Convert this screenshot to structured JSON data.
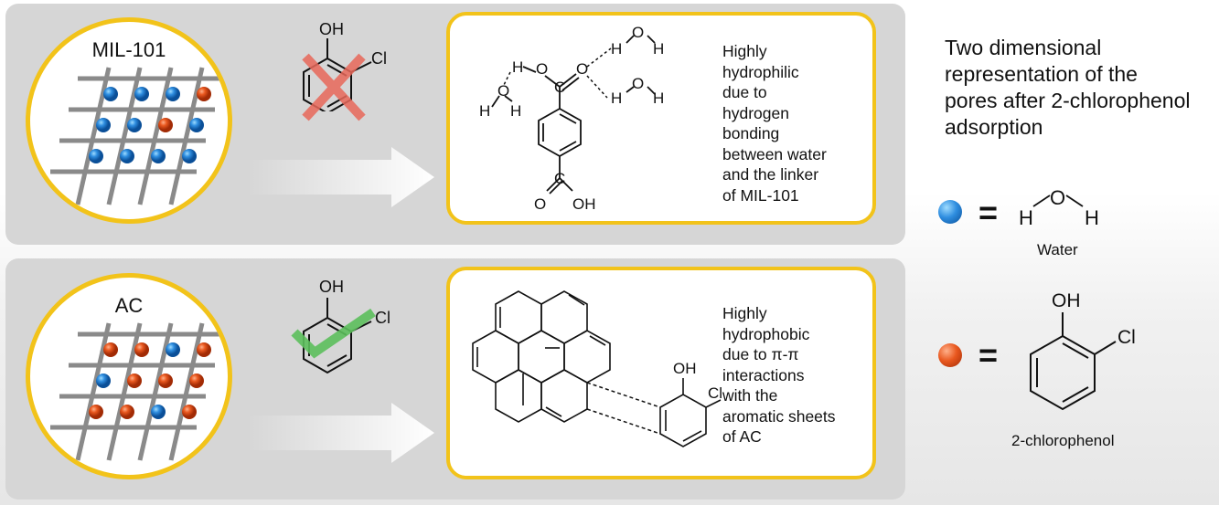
{
  "top_panel": {
    "circle_label": "MIL-101",
    "molecule_substituents": {
      "oh": "OH",
      "cl": "Cl"
    },
    "linker_labels": {
      "h": "H",
      "o": "O",
      "c": "C",
      "oh": "OH"
    },
    "description": "Highly\nhydrophilic\ndue to\nhydrogen\nbonding\nbetween water\nand the linker\nof MIL-101",
    "status_mark": "cross-icon",
    "grid_dots": [
      [
        "blue",
        "blue",
        "blue",
        "orange"
      ],
      [
        "blue",
        "blue",
        "orange",
        "blue"
      ],
      [
        "blue",
        "blue",
        "blue",
        "blue"
      ]
    ]
  },
  "bottom_panel": {
    "circle_label": "AC",
    "molecule_substituents": {
      "oh": "OH",
      "cl": "Cl"
    },
    "sheet_substituents": {
      "oh": "OH",
      "cl": "Cl"
    },
    "description": "Highly\nhydrophobic\ndue to π-π\ninteractions\nwith the\naromatic sheets\nof AC",
    "status_mark": "check-icon",
    "grid_dots": [
      [
        "orange",
        "orange",
        "blue",
        "orange"
      ],
      [
        "blue",
        "orange",
        "orange",
        "orange"
      ],
      [
        "orange",
        "orange",
        "blue",
        "orange"
      ]
    ]
  },
  "legend": {
    "title": "Two dimensional\nrepresentation of the\npores after 2-chlorophenol\nadsorption",
    "equals": "=",
    "water": {
      "h": "H",
      "o": "O",
      "caption": "Water",
      "color": "#2f8ee0"
    },
    "chlorophenol": {
      "oh": "OH",
      "cl": "Cl",
      "caption": "2-chlorophenol",
      "color": "#e9581f"
    }
  },
  "colors": {
    "panel": "#d6d6d6",
    "accent_border": "#f2c31a",
    "cross": "#e8685a",
    "check": "#5cbf5c",
    "grid": "#8a8a8a"
  }
}
